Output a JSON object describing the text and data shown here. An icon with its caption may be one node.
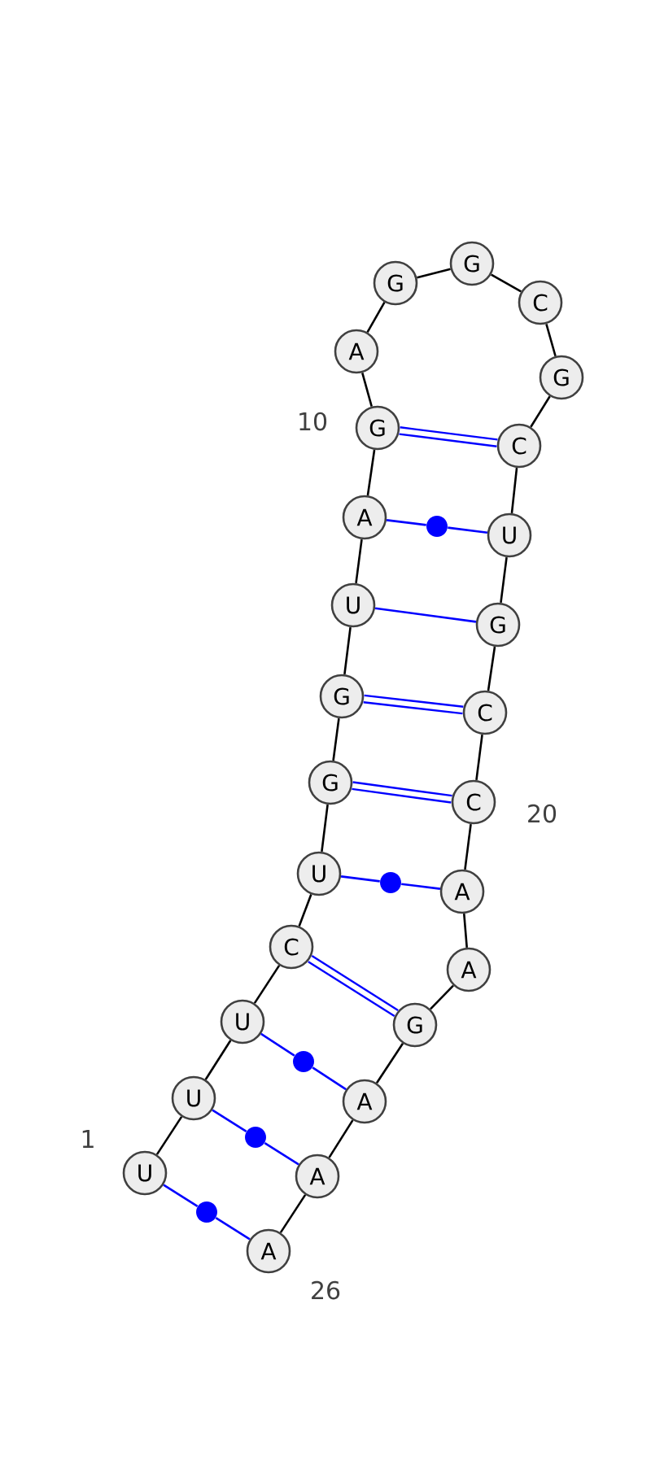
{
  "diagram": {
    "nodes": [
      {
        "text": [
          "U"
        ]
      },
      {
        "text": [
          "U"
        ]
      },
      {
        "text": [
          "U"
        ]
      },
      {
        "text": [
          "C"
        ]
      },
      {
        "text": [
          "U"
        ]
      },
      {
        "text": [
          "G"
        ]
      },
      {
        "text": [
          "G"
        ]
      },
      {
        "text": [
          "U"
        ]
      },
      {
        "text": [
          "A"
        ]
      },
      {
        "text": [
          "G"
        ]
      },
      {
        "text": [
          "A"
        ]
      },
      {
        "text": [
          "G"
        ]
      },
      {
        "text": [
          "G"
        ]
      },
      {
        "text": [
          "C"
        ]
      },
      {
        "text": [
          "G"
        ]
      },
      {
        "text": [
          "C"
        ]
      },
      {
        "text": [
          "U"
        ]
      },
      {
        "text": [
          "G"
        ]
      },
      {
        "text": [
          "C"
        ]
      },
      {
        "text": [
          "C"
        ]
      },
      {
        "text": [
          "A"
        ]
      },
      {
        "text": [
          "A"
        ]
      },
      {
        "text": [
          "G"
        ]
      },
      {
        "text": [
          "A"
        ]
      },
      {
        "text": [
          "A"
        ]
      },
      {
        "text": [
          "A"
        ]
      },
      {
        "text": [],
        "shape": "circle"
      },
      {
        "text": [],
        "shape": "circle"
      },
      {
        "text": [],
        "shape": "circle"
      },
      {
        "text": [],
        "shape": "circle"
      },
      {
        "text": [],
        "shape": "circle"
      }
    ],
    "edges": [
      {
        "from": 0,
        "to": 1,
        "arrow": "none"
      },
      {
        "from": 1,
        "to": 2,
        "arrow": "none"
      },
      {
        "from": 2,
        "to": 3,
        "arrow": "none"
      },
      {
        "from": 3,
        "to": 4,
        "arrow": "none"
      },
      {
        "from": 4,
        "to": 5,
        "arrow": "none"
      },
      {
        "from": 5,
        "to": 6,
        "arrow": "none"
      },
      {
        "from": 6,
        "to": 7,
        "arrow": "none"
      },
      {
        "from": 7,
        "to": 8,
        "arrow": "none"
      },
      {
        "from": 8,
        "to": 9,
        "arrow": "none"
      },
      {
        "from": 9,
        "to": 10,
        "arrow": "none"
      },
      {
        "from": 10,
        "to": 11,
        "arrow": "none"
      },
      {
        "from": 11,
        "to": 12,
        "arrow": "none"
      },
      {
        "from": 12,
        "to": 13,
        "arrow": "none"
      },
      {
        "from": 13,
        "to": 14,
        "arrow": "none"
      },
      {
        "from": 14,
        "to": 15,
        "arrow": "none"
      },
      {
        "from": 15,
        "to": 16,
        "arrow": "none"
      },
      {
        "from": 16,
        "to": 17,
        "arrow": "none"
      },
      {
        "from": 17,
        "to": 18,
        "arrow": "none"
      },
      {
        "from": 18,
        "to": 19,
        "arrow": "none"
      },
      {
        "from": 19,
        "to": 20,
        "arrow": "none"
      },
      {
        "from": 20,
        "to": 21,
        "arrow": "none"
      },
      {
        "from": 21,
        "to": 22,
        "arrow": "none"
      },
      {
        "from": 22,
        "to": 23,
        "arrow": "none"
      },
      {
        "from": 23,
        "to": 24,
        "arrow": "none"
      },
      {
        "from": 24,
        "to": 25,
        "arrow": "none"
      },
      {
        "from": 9,
        "to": 15,
        "arrow": "none",
        "style": "thick",
        "color": "#0000ff"
      },
      {
        "from": 8,
        "to": 26,
        "arrow": "none",
        "color": "#0000ff"
      },
      {
        "from": 26,
        "to": 16,
        "arrow": "none",
        "color": "#0000ff"
      },
      {
        "from": 7,
        "to": 17,
        "arrow": "none",
        "color": "#0000ff"
      },
      {
        "from": 6,
        "to": 18,
        "arrow": "none",
        "style": "thick",
        "color": "#0000ff"
      },
      {
        "from": 5,
        "to": 19,
        "arrow": "none",
        "style": "thick",
        "color": "#0000ff"
      },
      {
        "from": 4,
        "to": 27,
        "arrow": "none",
        "color": "#0000ff"
      },
      {
        "from": 27,
        "to": 20,
        "arrow": "none",
        "color": "#0000ff"
      },
      {
        "from": 3,
        "to": 22,
        "arrow": "none",
        "style": "thick",
        "color": "#0000ff"
      },
      {
        "from": 2,
        "to": 28,
        "arrow": "none",
        "color": "#0000ff"
      },
      {
        "from": 28,
        "to": 23,
        "arrow": "none",
        "color": "#0000ff"
      },
      {
        "from": 1,
        "to": 29,
        "arrow": "none",
        "color": "#0000ff"
      },
      {
        "from": 29,
        "to": 24,
        "arrow": "none",
        "color": "#0000ff"
      },
      {
        "from": 0,
        "to": 30,
        "arrow": "none",
        "color": "#0000ff"
      },
      {
        "from": 30,
        "to": 25,
        "arrow": "none",
        "color": "#0000ff"
      }
    ],
    "labels": [
      "10",
      "1",
      "20",
      "26"
    ]
  }
}
